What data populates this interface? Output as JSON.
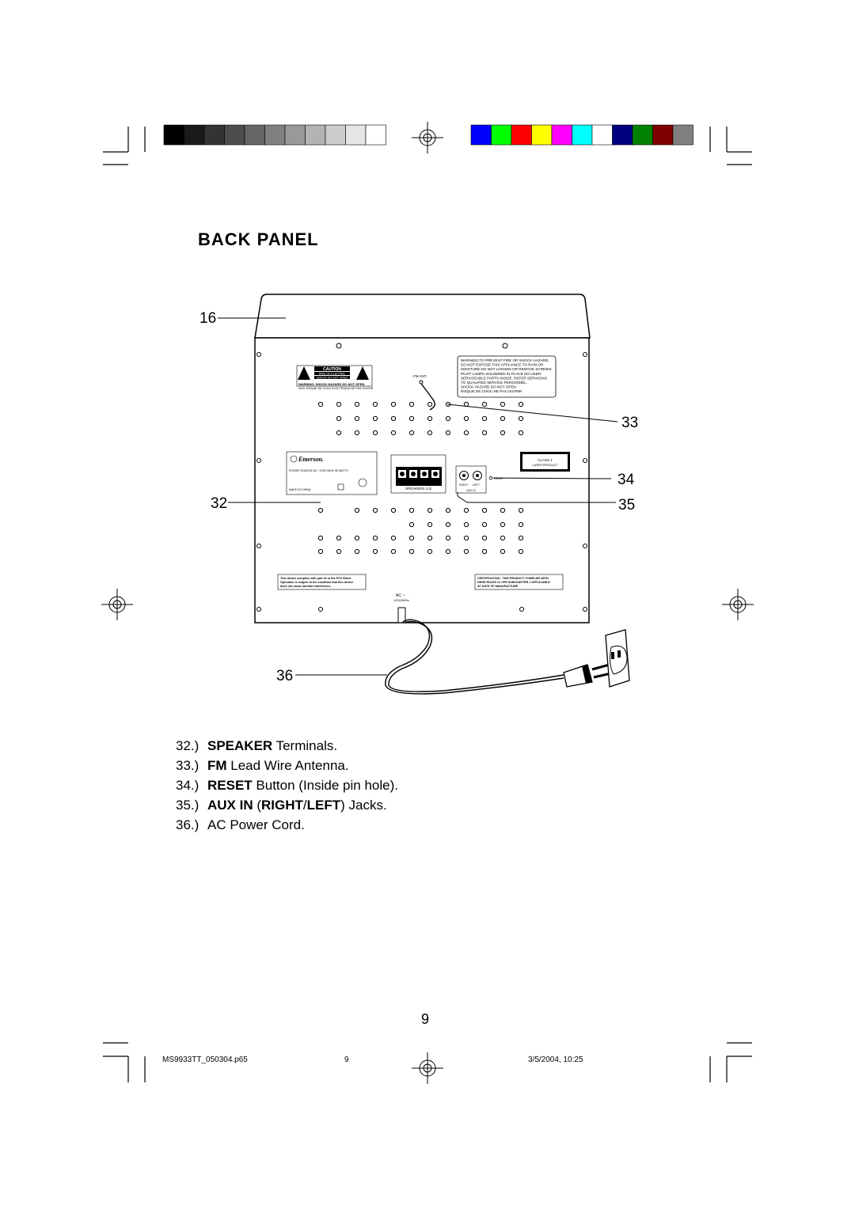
{
  "page": {
    "title": "BACK PANEL",
    "page_number": "9"
  },
  "callouts": {
    "c16": "16",
    "c32": "32",
    "c33": "33",
    "c34": "34",
    "c35": "35",
    "c36": "36"
  },
  "panel": {
    "warning_box": [
      "WARNING:TO PREVENT FIRE OR SHOCK HAZARD,",
      "DO NOT EXPOSE THIS APPLIANCE TO RAIN OR",
      "MOISTURE.DO NOT LOOSEN OR REMOVE SCREWS.",
      "PILOT LAMPS SOLDERED IN PLACE NO USER-",
      "SERVICEABLE PARTS INSIDE. REFER SERVICING",
      "TO QUALIFIED SERVICE PERSONNEL.",
      "SHOCK HAZARD DO NOT OPEN",
      "RISQUE DE CHOC-NE PAS OUVRIR"
    ],
    "caution_label": "CAUTION",
    "caution_line1": "RISK OF ELECTRIC",
    "caution_line2": "SHOCK DO NOT OPEN",
    "warning_line": "WARNING: SHOCK HAZARD DO NOT OPEN",
    "avis_line": "AVIS: RISQUE DE CHOC ELECTRIQUE-NE PAS OUVRIR",
    "fm_ant": "FM ANT.",
    "brand": "Emerson.",
    "power_source": "POWER SOURCE AC ~120V 60Hz 35 WATTS",
    "made_in": "MADE IN CHINA",
    "speakers_label": "SPEAKERS 4 Ω",
    "right_label": "RIGHT",
    "left_label": "LEFT",
    "aux_in": "AUX IN",
    "reset": "RESET",
    "class1": "CLASS 1",
    "laser": "LASER PRODUCT",
    "fcc_lines": [
      "This device complies with part 15 of the FCC Rules.",
      "Operation is subject to the condition that this device",
      "does not cause harmful interference."
    ],
    "cert_lines": [
      "CERTIFICATION : THIS PRODUCT COMPLIES WITH",
      "DHHS RULES 21 CFR SUBCHAPTER J APPLICABLE",
      "AT DATE OF MANUFACTURE"
    ],
    "ac_label": "AC ~",
    "ac_spec": "120V/60Hz"
  },
  "descriptions": [
    {
      "num": "32.)",
      "bold": "SPEAKER",
      "rest": " Terminals."
    },
    {
      "num": "33.)",
      "bold": "FM",
      "rest": " Lead Wire Antenna."
    },
    {
      "num": "34.)",
      "bold": "RESET",
      "rest": " Button (Inside pin hole)."
    },
    {
      "num": "35.)",
      "bold": "AUX IN",
      "rest": " (",
      "bold2": "RIGHT",
      "mid": "/",
      "bold3": "LEFT",
      "rest2": ") Jacks."
    },
    {
      "num": "36.)",
      "bold": "",
      "rest": "AC Power Cord."
    }
  ],
  "footer": {
    "filename": "MS9933TT_050304.p65",
    "page": "9",
    "datetime": "3/5/2004, 10:25"
  },
  "colors": {
    "grays": [
      "#000000",
      "#1a1a1a",
      "#333333",
      "#4d4d4d",
      "#666666",
      "#808080",
      "#999999",
      "#b3b3b3",
      "#cccccc",
      "#e6e6e6",
      "#ffffff"
    ],
    "colorbar": [
      "#0000ff",
      "#00ff00",
      "#ff0000",
      "#ffff00",
      "#ff00ff",
      "#00ffff",
      "#ffffff",
      "#000080",
      "#008000",
      "#800000",
      "#808080"
    ]
  }
}
